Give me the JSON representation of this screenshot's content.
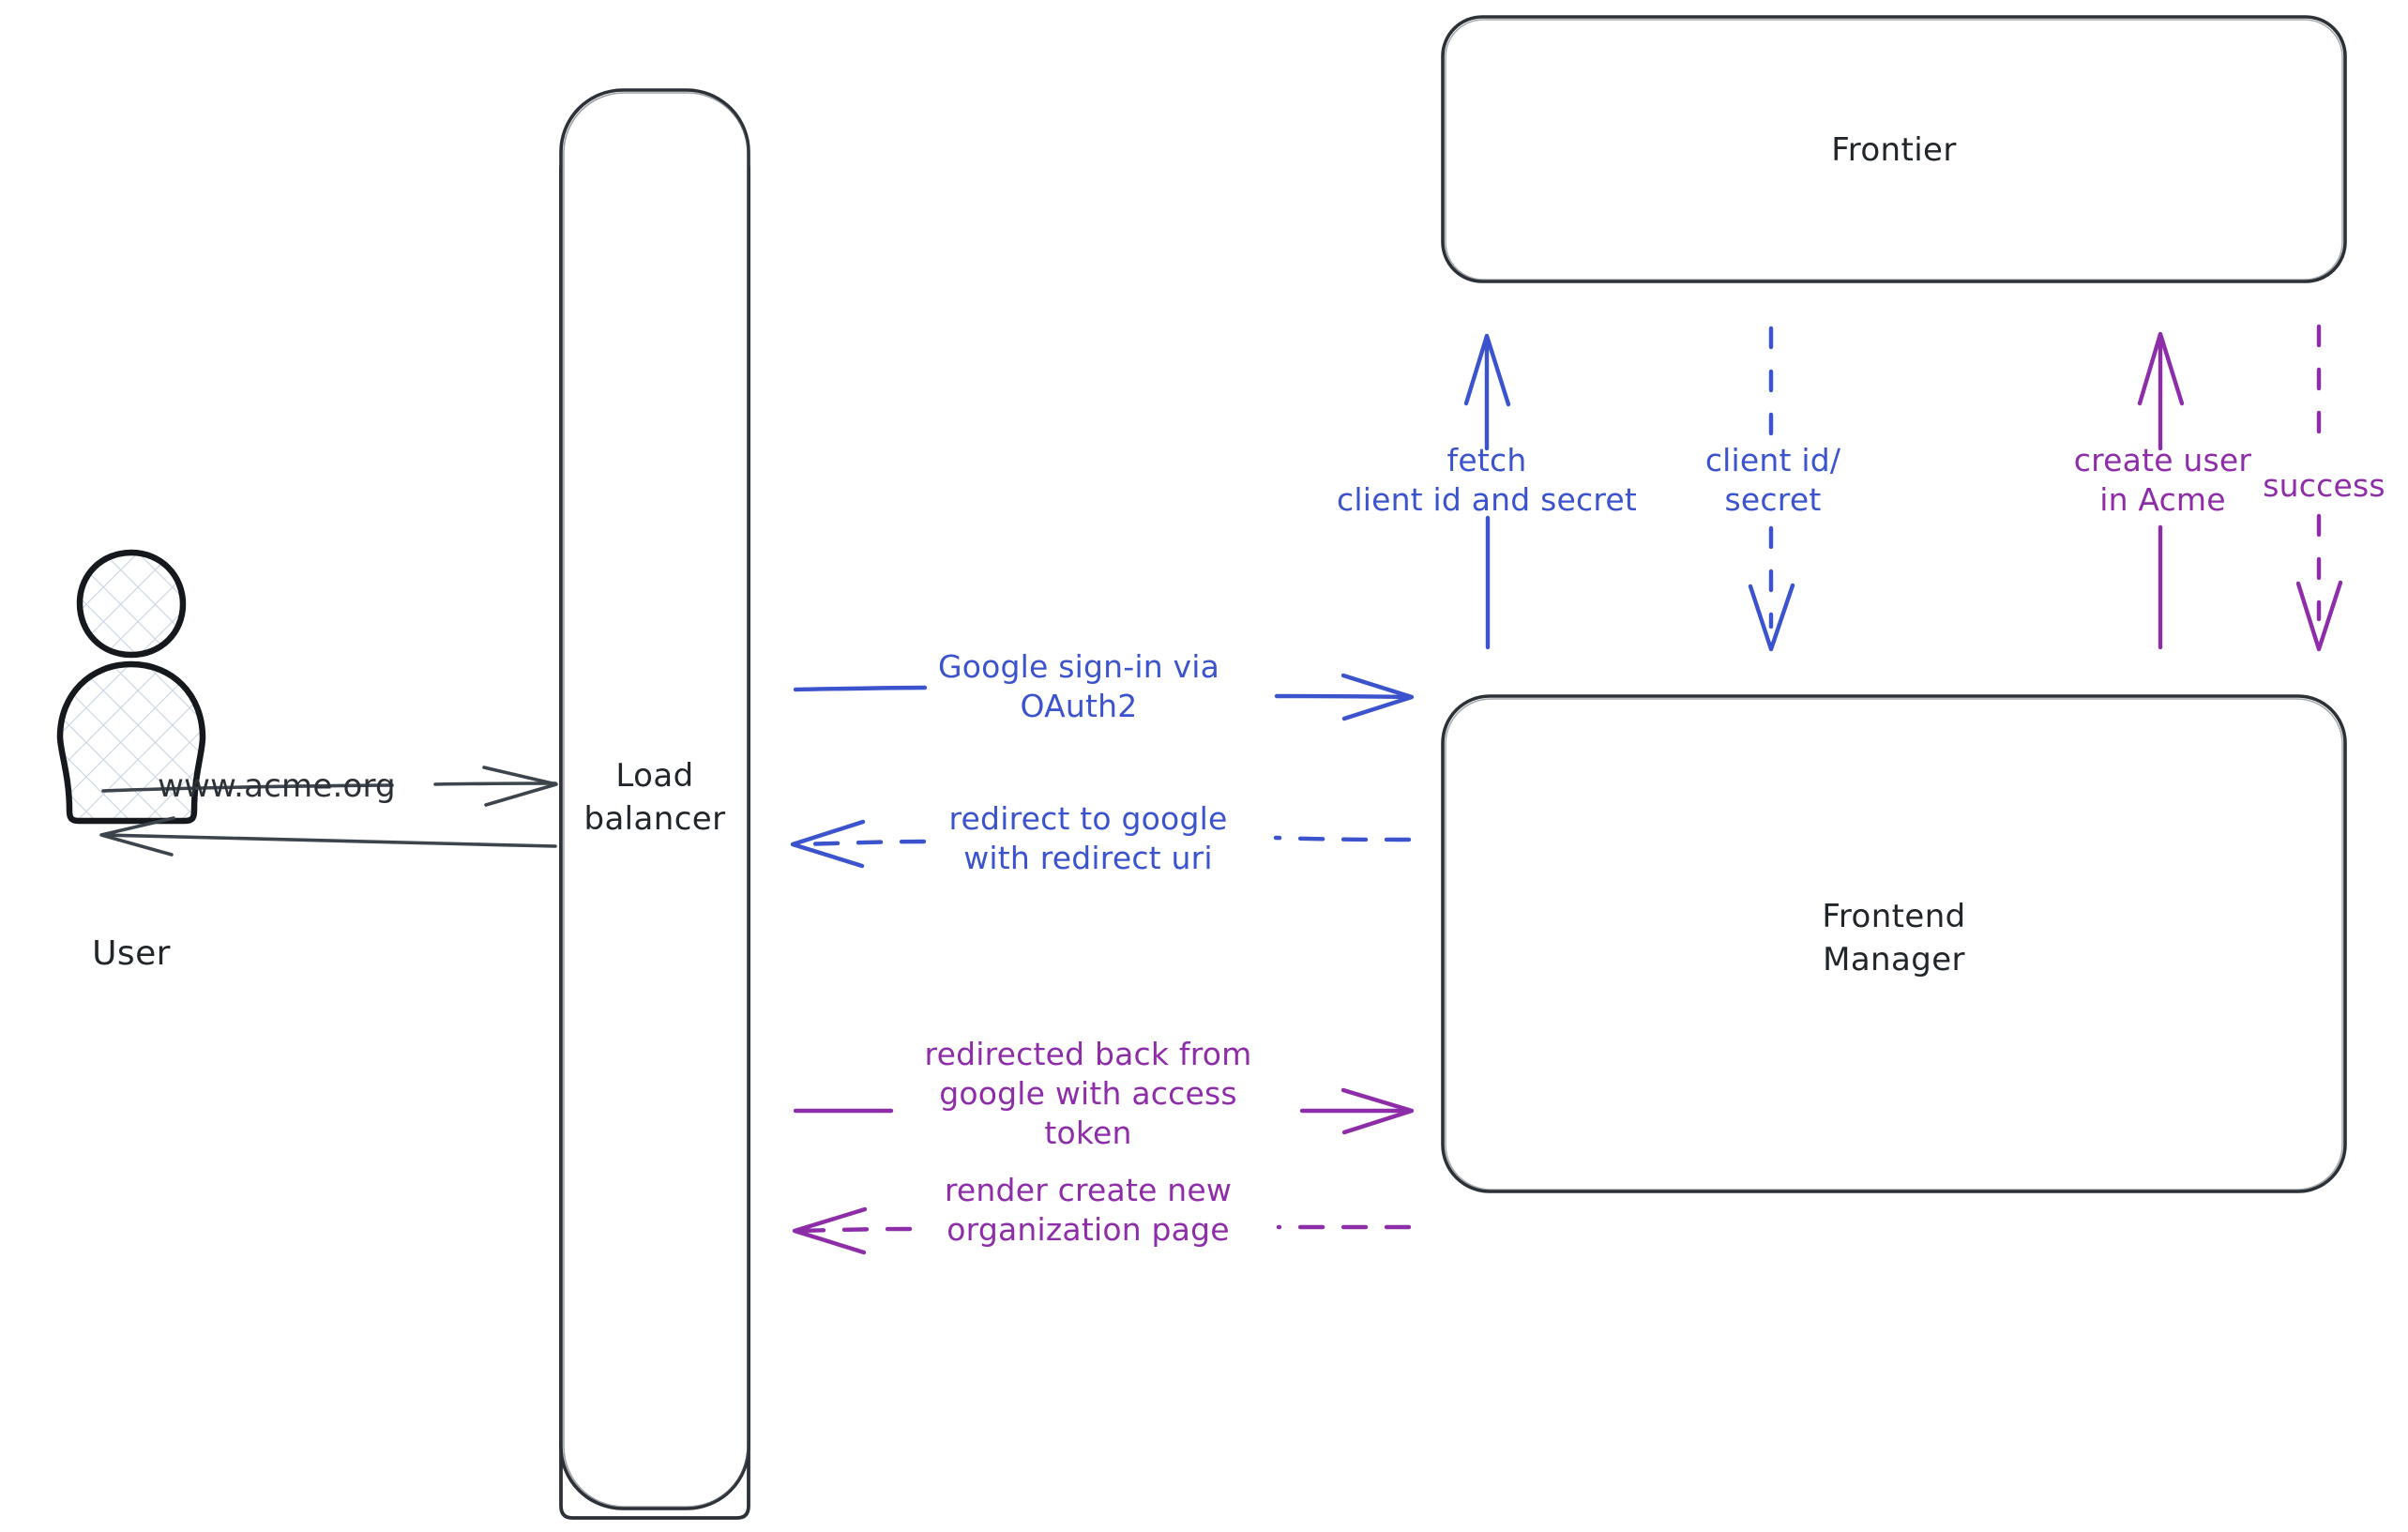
{
  "diagram": {
    "title": "OAuth2 Google sign-in sequence",
    "background": "#ffffff",
    "colors": {
      "stroke_dark": "#2b3137",
      "blue": "#3b53cc",
      "purple": "#8e2da8",
      "actor_hatch": "#cfd8e3"
    }
  },
  "nodes": {
    "user": {
      "label": "User",
      "icon": "user-actor-icon"
    },
    "load_balancer": {
      "label": "Load\nbalancer"
    },
    "frontier": {
      "label": "Frontier"
    },
    "frontend_manager": {
      "label": "Frontend\nManager"
    }
  },
  "edges": [
    {
      "id": "user-to-lb",
      "label": "www.acme.org",
      "color": "#2b3137",
      "style": "solid",
      "direction": "right",
      "from": "user",
      "to": "load_balancer"
    },
    {
      "id": "lb-to-user",
      "label": "",
      "color": "#2b3137",
      "style": "solid",
      "direction": "left",
      "from": "load_balancer",
      "to": "user"
    },
    {
      "id": "lb-to-fm-signin",
      "label": "Google sign-in via\nOAuth2",
      "color": "#3b53cc",
      "style": "solid",
      "direction": "right",
      "from": "load_balancer",
      "to": "frontend_manager"
    },
    {
      "id": "fm-to-lb-redirect",
      "label": "redirect to google\nwith redirect uri",
      "color": "#3b53cc",
      "style": "dashed",
      "direction": "left",
      "from": "frontend_manager",
      "to": "load_balancer"
    },
    {
      "id": "lb-to-fm-token",
      "label": "redirected back from\ngoogle with access\ntoken",
      "color": "#8e2da8",
      "style": "solid",
      "direction": "right",
      "from": "load_balancer",
      "to": "frontend_manager"
    },
    {
      "id": "fm-to-lb-render",
      "label": "render create new\norganization page",
      "color": "#8e2da8",
      "style": "dashed",
      "direction": "left",
      "from": "frontend_manager",
      "to": "load_balancer"
    },
    {
      "id": "fm-to-frontier-fetch",
      "label": "fetch\nclient id and secret",
      "color": "#3b53cc",
      "style": "solid",
      "direction": "up",
      "from": "frontend_manager",
      "to": "frontier"
    },
    {
      "id": "frontier-to-fm-creds",
      "label": "client id/\nsecret",
      "color": "#3b53cc",
      "style": "dashed",
      "direction": "down",
      "from": "frontier",
      "to": "frontend_manager"
    },
    {
      "id": "fm-to-frontier-create",
      "label": "create user\nin Acme",
      "color": "#8e2da8",
      "style": "solid",
      "direction": "up",
      "from": "frontend_manager",
      "to": "frontier"
    },
    {
      "id": "frontier-to-fm-success",
      "label": "success",
      "color": "#8e2da8",
      "style": "dashed",
      "direction": "down",
      "from": "frontier",
      "to": "frontend_manager"
    }
  ]
}
